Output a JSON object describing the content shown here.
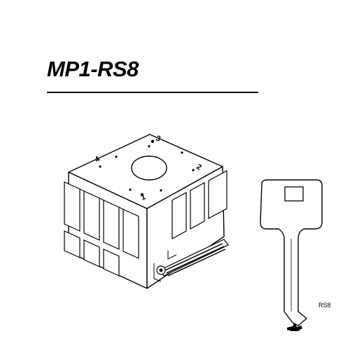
{
  "title": "MP1-RS8",
  "block": {
    "face_numbers": [
      "1",
      "2",
      "3",
      "4"
    ]
  },
  "key": {
    "label": "RS8"
  }
}
